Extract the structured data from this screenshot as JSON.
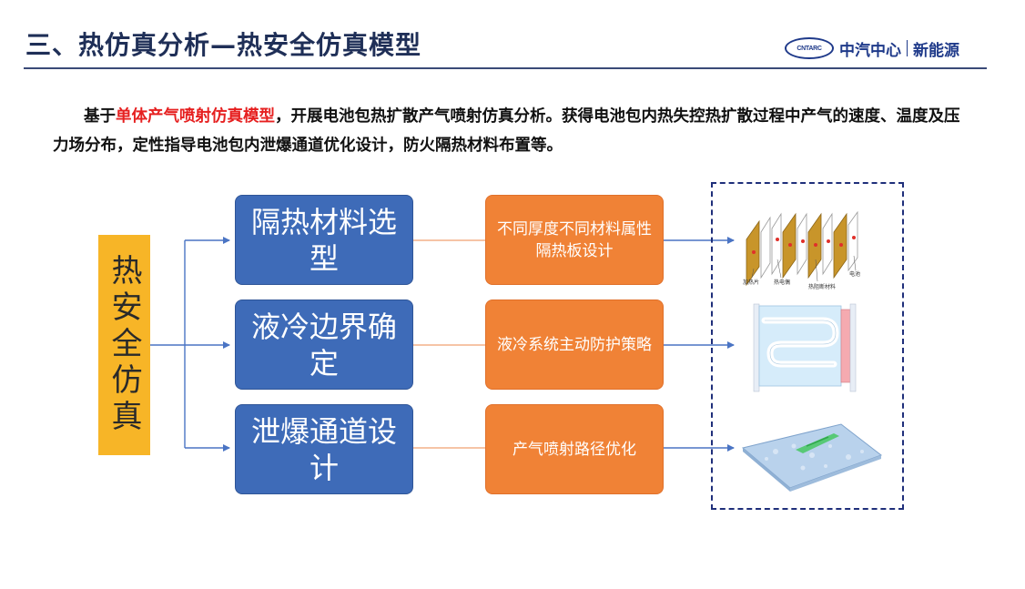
{
  "header": {
    "title": "三、热仿真分析—热安全仿真模型",
    "logo_oval_text": "CNTARC",
    "logo_org": "中汽中心",
    "logo_unit": "新能源"
  },
  "intro": {
    "prefix": "基于",
    "highlight": "单体产气喷射仿真模型",
    "suffix": "，开展电池包热扩散产气喷射仿真分析。获得电池包内热失控热扩散过程中产气的速度、温度及压力场分布，定性指导电池包内泄爆通道优化设计，防火隔热材料布置等。"
  },
  "colors": {
    "title": "#1f2f57",
    "highlight": "#e62020",
    "root_box": "#f7b527",
    "blue_box": "#3e6bb8",
    "orange_box": "#f08236",
    "arrow": "#4a74c4",
    "dashed_frame": "#1f2f7a"
  },
  "diagram": {
    "root_label": "热安全仿真",
    "branches": [
      {
        "label": "隔热材料选型",
        "detail": "不同厚度不同材料属性隔热板设计",
        "image": "cell-stack-with-heat-insulation"
      },
      {
        "label": "液冷边界确定",
        "detail": "液冷系统主动防护策略",
        "image": "liquid-cooling-plate"
      },
      {
        "label": "泄爆通道设计",
        "detail": "产气喷射路径优化",
        "image": "battery-pack-gas-flow"
      }
    ],
    "image_labels": {
      "heater": "加热片",
      "thermocouple": "热电偶",
      "insulation": "热阻断材料",
      "cell": "电池"
    }
  }
}
